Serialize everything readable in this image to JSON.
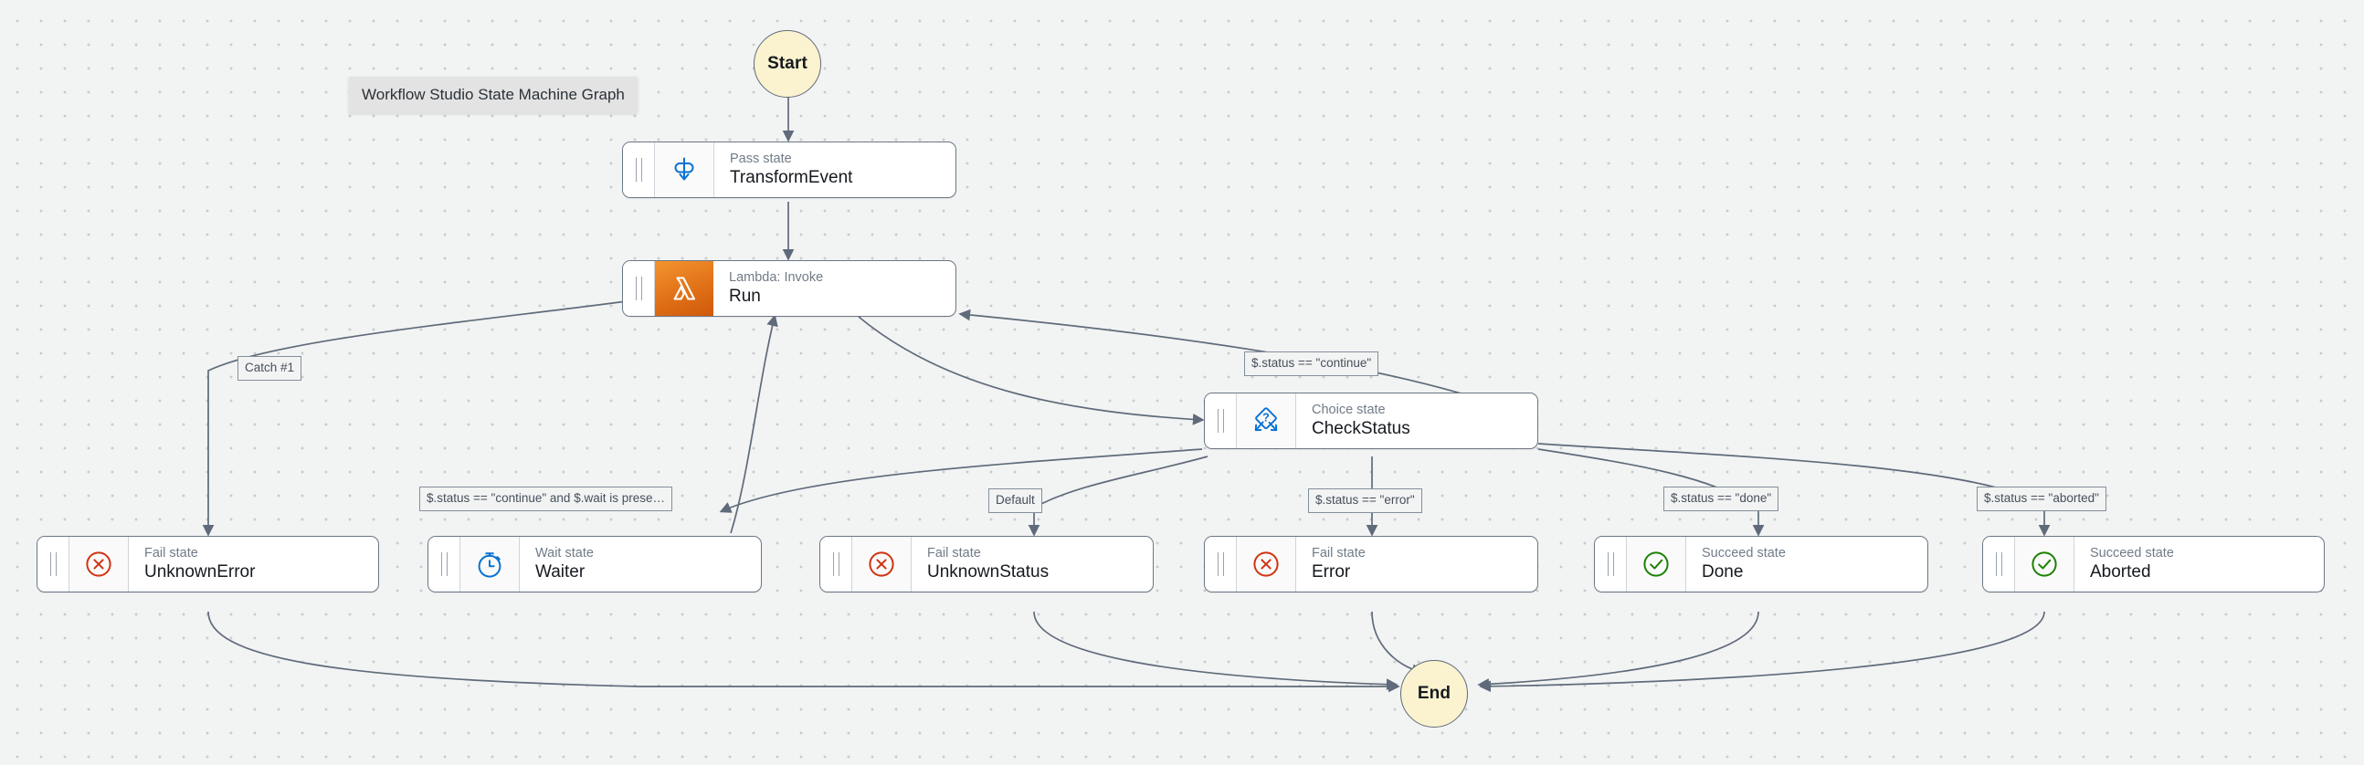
{
  "graph": {
    "title": "Workflow Studio State Machine Graph",
    "colors": {
      "canvas_background": "#f2f3f3",
      "terminal_fill": "#fbf3cf",
      "node_border": "#6b7684",
      "lambda_orange": "#e3751a",
      "fail_red": "#d13212",
      "succeed_green": "#1d8102",
      "choice_blue": "#0972d3",
      "edge_gray": "#5f6b7a"
    },
    "terminals": [
      {
        "id": "start",
        "label": "Start"
      },
      {
        "id": "end",
        "label": "End"
      }
    ],
    "nodes": [
      {
        "id": "transform-event",
        "kind": "Pass state",
        "name": "TransformEvent",
        "icon": "pass-state-icon"
      },
      {
        "id": "run",
        "kind": "Lambda: Invoke",
        "name": "Run",
        "icon": "lambda-icon"
      },
      {
        "id": "check-status",
        "kind": "Choice state",
        "name": "CheckStatus",
        "icon": "choice-state-icon"
      },
      {
        "id": "unknown-error",
        "kind": "Fail state",
        "name": "UnknownError",
        "icon": "fail-state-icon"
      },
      {
        "id": "waiter",
        "kind": "Wait state",
        "name": "Waiter",
        "icon": "wait-state-icon"
      },
      {
        "id": "unknown-status",
        "kind": "Fail state",
        "name": "UnknownStatus",
        "icon": "fail-state-icon"
      },
      {
        "id": "error",
        "kind": "Fail state",
        "name": "Error",
        "icon": "fail-state-icon"
      },
      {
        "id": "done",
        "kind": "Succeed state",
        "name": "Done",
        "icon": "succeed-state-icon"
      },
      {
        "id": "aborted",
        "kind": "Succeed state",
        "name": "Aborted",
        "icon": "succeed-state-icon"
      }
    ],
    "edge_labels": [
      {
        "id": "catch-1",
        "text": "Catch #1"
      },
      {
        "id": "continue",
        "text": "$.status == \"continue\""
      },
      {
        "id": "continue-wait",
        "text": "$.status == \"continue\" and $.wait is prese…"
      },
      {
        "id": "default",
        "text": "Default"
      },
      {
        "id": "error-cond",
        "text": "$.status == \"error\""
      },
      {
        "id": "done-cond",
        "text": "$.status == \"done\""
      },
      {
        "id": "aborted-cond",
        "text": "$.status == \"aborted\""
      }
    ]
  }
}
